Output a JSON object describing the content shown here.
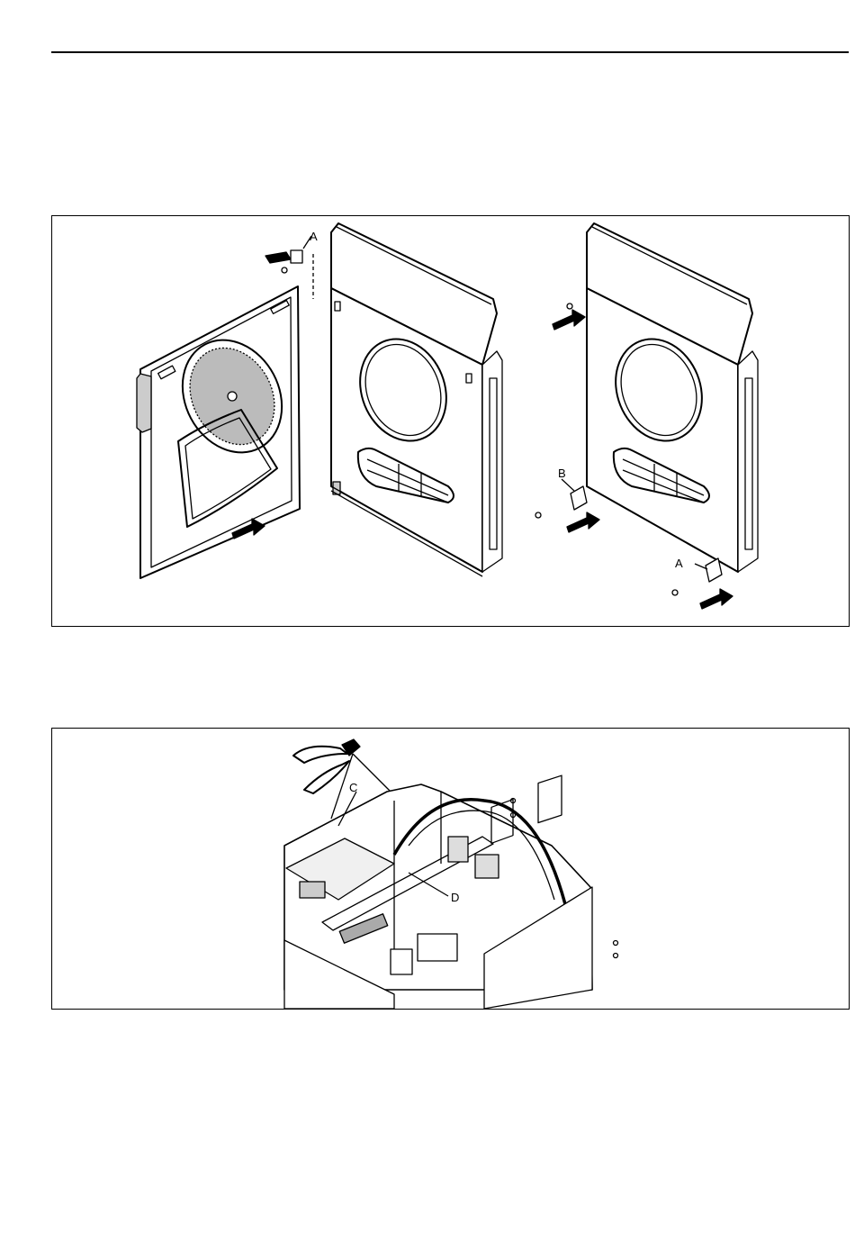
{
  "figure1": {
    "left_view": {
      "callouts": {
        "a": "A"
      }
    },
    "right_view": {
      "callouts": {
        "a": "A",
        "b": "B"
      }
    }
  },
  "figure2": {
    "callouts": {
      "c": "C",
      "d": "D"
    }
  },
  "colors": {
    "line": "#000000",
    "background": "#ffffff",
    "shade": "#d9d9d9"
  }
}
